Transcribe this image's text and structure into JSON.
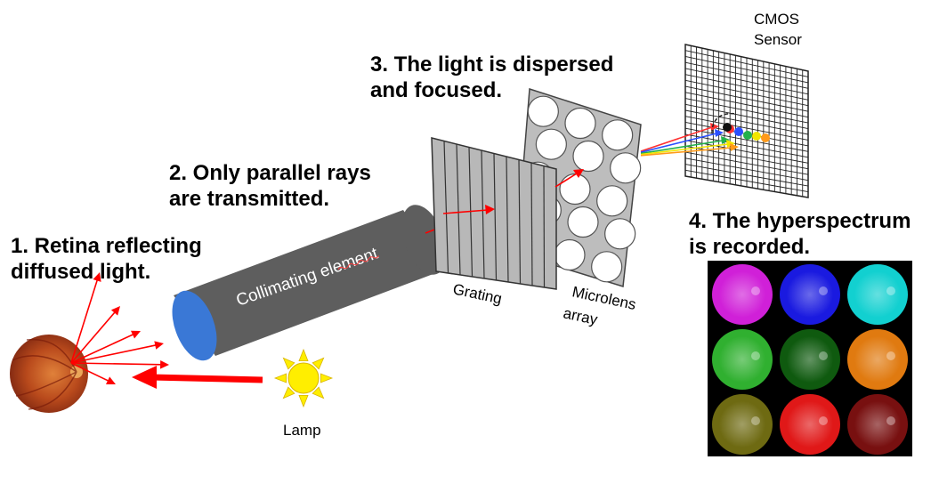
{
  "steps": {
    "step1": {
      "line1": "1. Retina reflecting",
      "line2": "diffused light."
    },
    "step2": {
      "line1": "2. Only parallel rays",
      "line2": "are transmitted."
    },
    "step3": {
      "line1": "3. The light is dispersed",
      "line2": "and focused."
    },
    "step4": {
      "line1": "4. The hyperspectrum",
      "line2": "is recorded."
    }
  },
  "labels": {
    "lamp": "Lamp",
    "collimating_element": "Collimating element",
    "grating": "Grating",
    "microlens_line1": "Microlens",
    "microlens_line2": "array",
    "cmos_line1": "CMOS",
    "cmos_line2": "Sensor"
  },
  "colors": {
    "ray": "#ff0000",
    "tube_body": "#5e5e5e",
    "tube_cap": "#3a78d6",
    "grating": "#b8b8b8",
    "lamp": "#ffee00",
    "spectrum_dots": [
      "#ff3030",
      "#2a4fff",
      "#22b14c",
      "#f2e600",
      "#ff9a1a"
    ]
  },
  "spectral_tiles": [
    {
      "name": "tile-magenta",
      "color": "#d020d8"
    },
    {
      "name": "tile-blue",
      "color": "#1a1ae0"
    },
    {
      "name": "tile-cyan",
      "color": "#12d0d0"
    },
    {
      "name": "tile-green",
      "color": "#30b030"
    },
    {
      "name": "tile-dark-green",
      "color": "#0f5a0f"
    },
    {
      "name": "tile-orange",
      "color": "#e07a10"
    },
    {
      "name": "tile-olive",
      "color": "#6e6a12"
    },
    {
      "name": "tile-red",
      "color": "#e01818"
    },
    {
      "name": "tile-dark-red",
      "color": "#781010"
    }
  ]
}
